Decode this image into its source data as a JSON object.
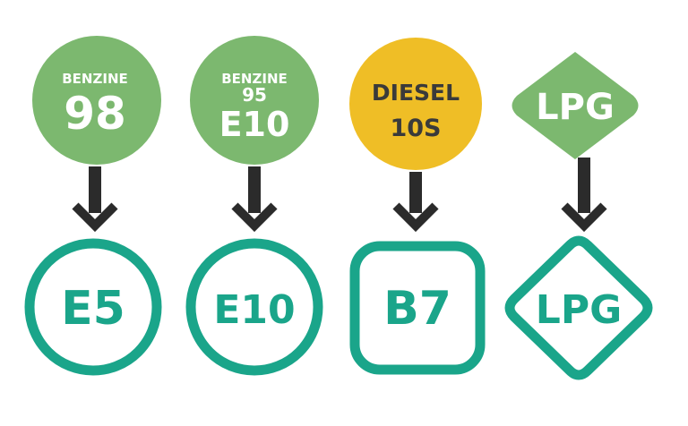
{
  "colors": {
    "old_green": "#7cb86f",
    "diesel_yellow": "#efbe26",
    "new_teal": "#1aa58a",
    "arrow": "#2b2b2b",
    "label_light": "#ffffff",
    "label_dark": "#3a3a3a"
  },
  "columns": [
    {
      "old": {
        "shape": "circle",
        "color": "old_green",
        "lines": [
          "BENZINE",
          "98"
        ]
      },
      "new": {
        "shape": "circle",
        "label": "E5"
      }
    },
    {
      "old": {
        "shape": "circle",
        "color": "old_green",
        "lines": [
          "BENZINE",
          "95",
          "E10"
        ]
      },
      "new": {
        "shape": "circle",
        "label": "E10"
      }
    },
    {
      "old": {
        "shape": "circle",
        "color": "diesel_yellow",
        "lines": [
          "DIESEL",
          "10S"
        ]
      },
      "new": {
        "shape": "square",
        "label": "B7"
      }
    },
    {
      "old": {
        "shape": "diamond",
        "color": "old_green",
        "lines": [
          "LPG"
        ]
      },
      "new": {
        "shape": "diamond",
        "label": "LPG"
      }
    }
  ]
}
